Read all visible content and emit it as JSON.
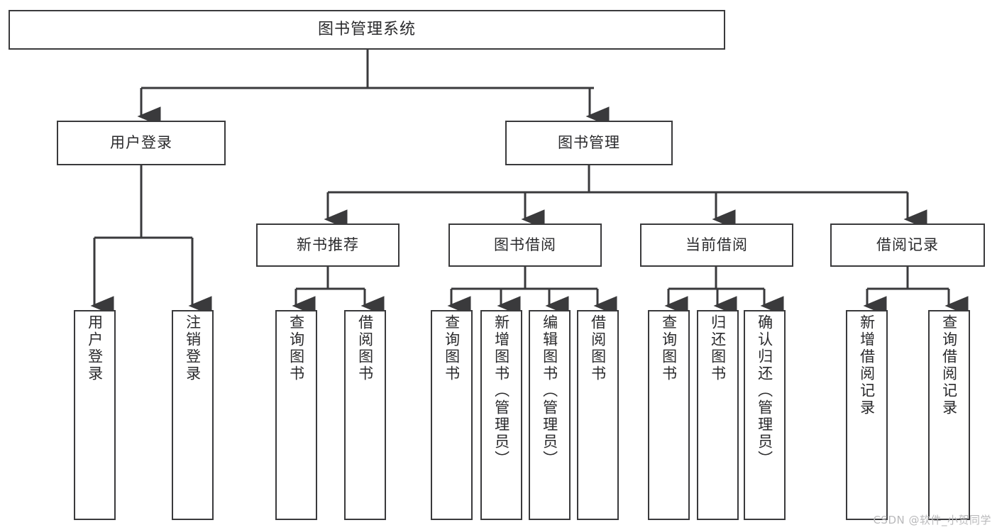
{
  "diagram": {
    "type": "tree",
    "title": "图书管理系统",
    "stroke_color": "#3a3a3c",
    "background_color": "#ffffff",
    "text_color": "#2a2a2c"
  },
  "nodes": {
    "root": {
      "label": "图书管理系统"
    },
    "level2": [
      {
        "id": "user-login",
        "label": "用户登录"
      },
      {
        "id": "book-manage",
        "label": "图书管理"
      }
    ],
    "level3": [
      {
        "id": "new-book-recommend",
        "label": "新书推荐"
      },
      {
        "id": "book-borrow",
        "label": "图书借阅"
      },
      {
        "id": "current-borrow",
        "label": "当前借阅"
      },
      {
        "id": "borrow-record",
        "label": "借阅记录"
      }
    ],
    "leaves": {
      "user_login": [
        {
          "id": "leaf-user-login",
          "label": "用户登录"
        },
        {
          "id": "leaf-user-logout",
          "label": "注销登录"
        }
      ],
      "new_book_recommend": [
        {
          "id": "leaf-query-book-1",
          "label": "查询图书"
        },
        {
          "id": "leaf-borrow-book-1",
          "label": "借阅图书"
        }
      ],
      "book_borrow": [
        {
          "id": "leaf-query-book-2",
          "label": "查询图书"
        },
        {
          "id": "leaf-add-book",
          "label": "新增图书（管理员）"
        },
        {
          "id": "leaf-edit-book",
          "label": "编辑图书（管理员）"
        },
        {
          "id": "leaf-borrow-book-2",
          "label": "借阅图书"
        }
      ],
      "current_borrow": [
        {
          "id": "leaf-query-book-3",
          "label": "查询图书"
        },
        {
          "id": "leaf-return-book",
          "label": "归还图书"
        },
        {
          "id": "leaf-confirm-return",
          "label": "确认归还（管理员）"
        }
      ],
      "borrow_record": [
        {
          "id": "leaf-add-record",
          "label": "新增借阅记录"
        },
        {
          "id": "leaf-query-record",
          "label": "查询借阅记录"
        }
      ]
    }
  },
  "watermark": {
    "text": "CSDN @软件_小贺同学"
  }
}
